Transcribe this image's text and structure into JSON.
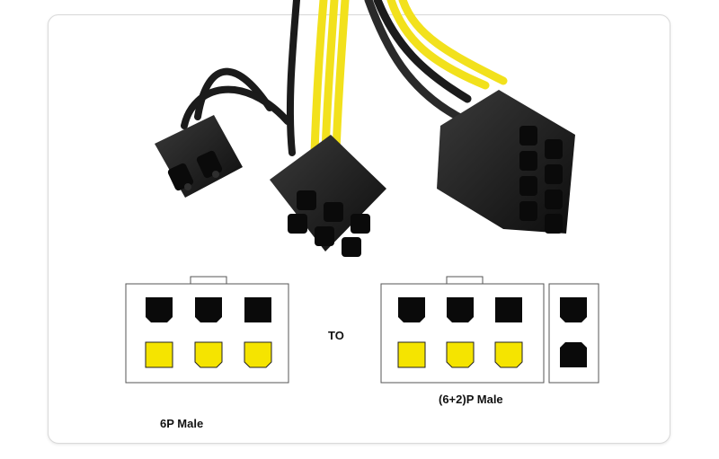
{
  "diagram": {
    "left_connector_label": "6P Male",
    "separator_label": "TO",
    "right_connector_label": "(6+2)P Male"
  },
  "colors": {
    "pin_black": "#0a0a0a",
    "pin_yellow": "#f5e400",
    "wire_yellow": "#f2e11c",
    "wire_black": "#1b1b1b",
    "housing": "#141414"
  }
}
